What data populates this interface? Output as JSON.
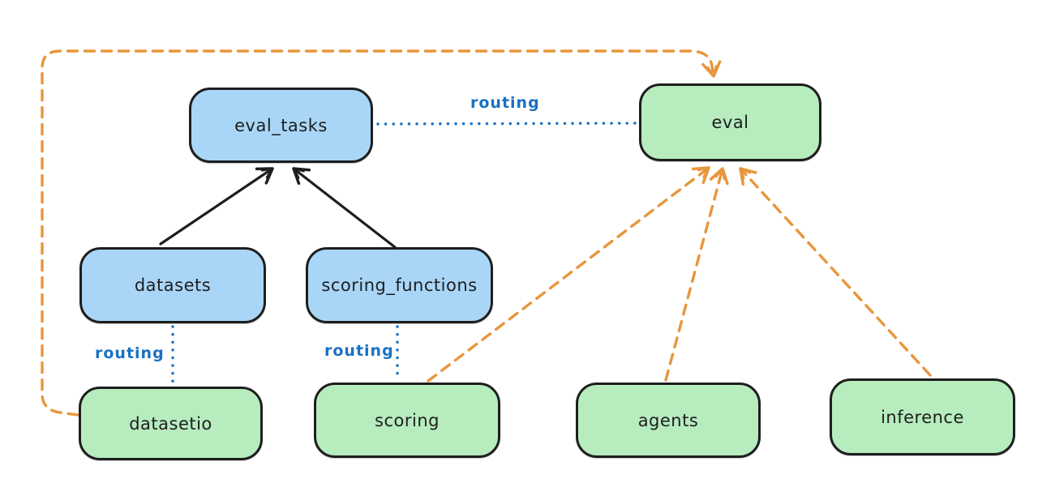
{
  "diagram": {
    "background": "#ffffff",
    "colors": {
      "api_box_fill": "#a9d6f7",
      "provider_box_fill": "#b6ecbe",
      "box_stroke": "#1e1e1e",
      "solid_arrow": "#1e1e1e",
      "routing_line": "#1971c2",
      "dashed_arrow": "#e8963c"
    },
    "nodes": {
      "eval_tasks": {
        "label": "eval_tasks"
      },
      "eval": {
        "label": "eval"
      },
      "datasets": {
        "label": "datasets"
      },
      "scoring_functions": {
        "label": "scoring_functions"
      },
      "datasetio": {
        "label": "datasetio"
      },
      "scoring": {
        "label": "scoring"
      },
      "agents": {
        "label": "agents"
      },
      "inference": {
        "label": "inference"
      }
    },
    "edges": [
      {
        "from": "datasets",
        "to": "eval_tasks",
        "style": "solid-arrow",
        "label": ""
      },
      {
        "from": "scoring_functions",
        "to": "eval_tasks",
        "style": "solid-arrow",
        "label": ""
      },
      {
        "from": "eval_tasks",
        "to": "eval",
        "style": "dotted",
        "label": "routing"
      },
      {
        "from": "datasets",
        "to": "datasetio",
        "style": "dotted",
        "label": "routing"
      },
      {
        "from": "scoring_functions",
        "to": "scoring",
        "style": "dotted",
        "label": "routing"
      },
      {
        "from": "datasetio",
        "to": "eval",
        "style": "dashed-arrow",
        "label": ""
      },
      {
        "from": "scoring",
        "to": "eval",
        "style": "dashed-arrow",
        "label": ""
      },
      {
        "from": "agents",
        "to": "eval",
        "style": "dashed-arrow",
        "label": ""
      },
      {
        "from": "inference",
        "to": "eval",
        "style": "dashed-arrow",
        "label": ""
      }
    ]
  }
}
